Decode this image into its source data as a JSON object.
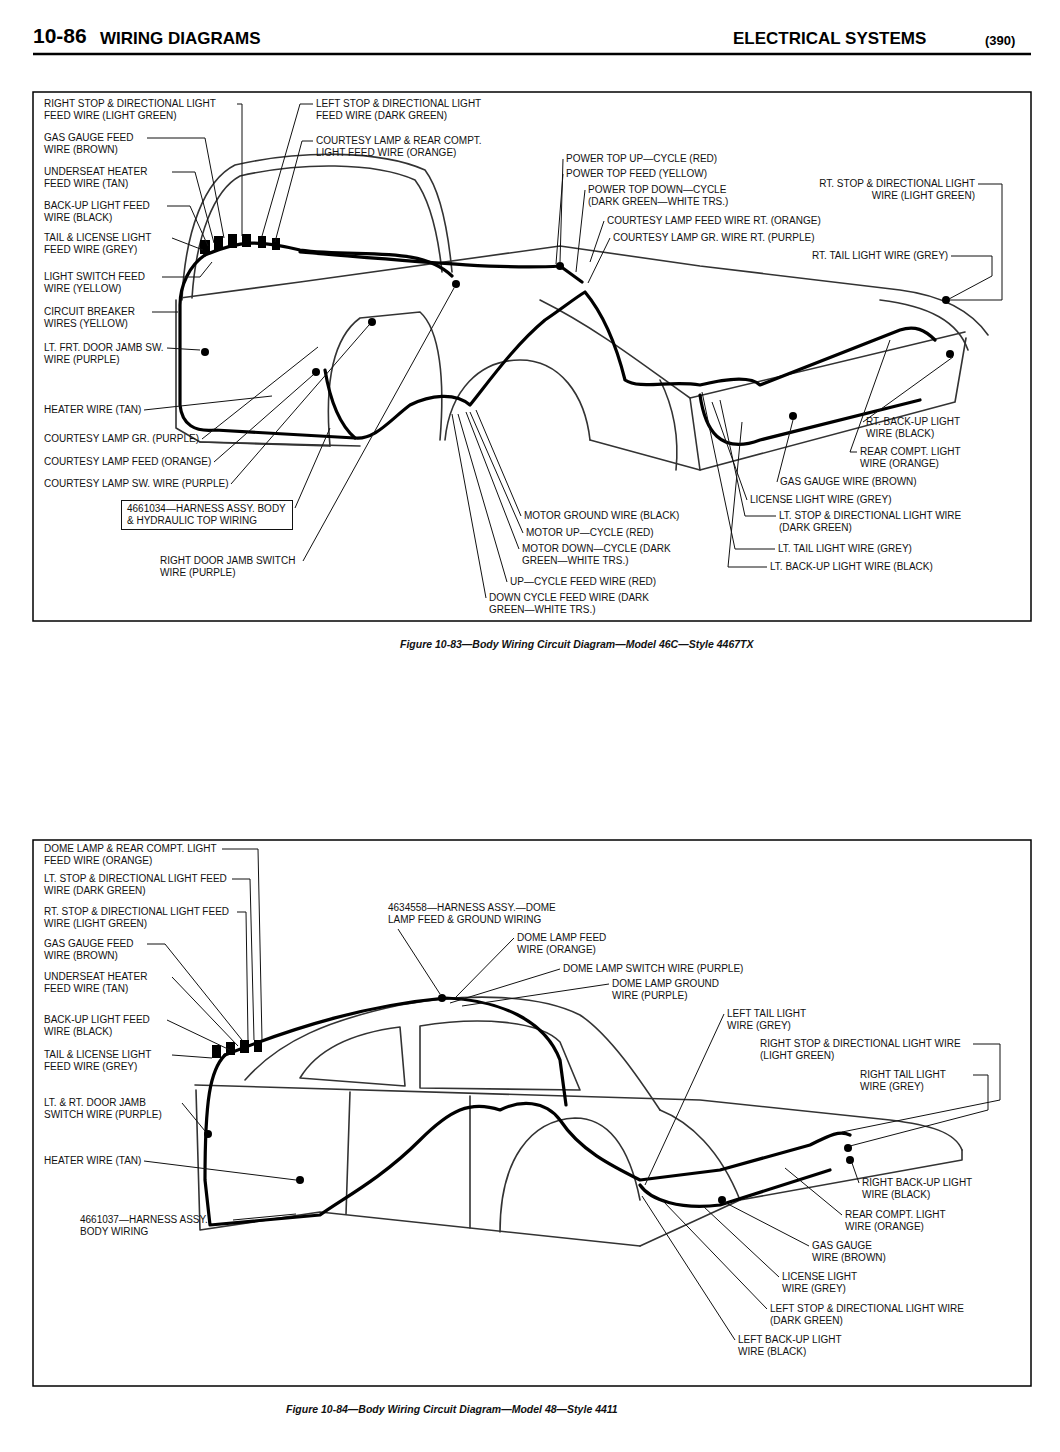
{
  "diagram": {
    "title": "WIRING DIAGRAMS",
    "nodes": [
      {
        "text": [
          "4661034—HARNESS ASSY. BODY & HYDRAULIC TOP WIRING"
        ]
      }
    ],
    "labels": [
      "10-86",
      "ELECTRICAL SYSTEMS",
      "(390)",
      "RIGHT STOP & DIRECTIONAL LIGHT FEED WIRE (LIGHT GREEN)",
      "LEFT STOP & DIRECTIONAL LIGHT FEED WIRE (DARK GREEN)",
      "GAS GAUGE FEED WIRE (BROWN)",
      "COURTESY LAMP & REAR COMPT. LIGHT FEED WIRE (ORANGE)",
      "POWER TOP UP—CYCLE (RED)",
      "UNDERSEAT HEATER FEED WIRE (TAN)",
      "POWER TOP FEED (YELLOW)",
      "POWER TOP DOWN—CYCLE (DARK GREEN—WHITE TRS.)",
      "RT. STOP & DIRECTIONAL LIGHT WIRE (LIGHT GREEN)",
      "BACK-UP LIGHT FEED WIRE (BLACK)",
      "COURTESY LAMP FEED WIRE RT. (ORANGE)",
      "TAIL & LICENSE LIGHT FEED WIRE (GREY)",
      "COURTESY LAMP GR. WIRE RT. (PURPLE)",
      "RT. TAIL LIGHT WIRE (GREY)",
      "LIGHT SWITCH FEED WIRE (YELLOW)",
      "CIRCUIT BREAKER WIRES (YELLOW)",
      "LT. FRT. DOOR JAMB SW. WIRE (PURPLE)",
      "HEATER WIRE (TAN)",
      "RT. BACK-UP LIGHT WIRE (BLACK)",
      "COURTESY LAMP GR. (PURPLE)",
      "REAR COMPT. LIGHT WIRE (ORANGE)",
      "COURTESY LAMP FEED (ORANGE)",
      "GAS GAUGE WIRE (BROWN)",
      "COURTESY LAMP SW. WIRE (PURPLE)",
      "LICENSE LIGHT WIRE (GREY)",
      "MOTOR GROUND WIRE (BLACK)",
      "LT. STOP & DIRECTIONAL LIGHT WIRE (DARK GREEN)",
      "MOTOR UP—CYCLE (RED)",
      "MOTOR DOWN—CYCLE (DARK GREEN—WHITE TRS.)",
      "LT. TAIL LIGHT WIRE (GREY)",
      "RIGHT DOOR JAMB SWITCH WIRE (PURPLE)",
      "LT. BACK-UP LIGHT WIRE (BLACK)",
      "UP—CYCLE FEED WIRE (RED)",
      "DOWN CYCLE FEED WIRE (DARK GREEN—WHITE TRS.)",
      "Figure 10-83—Body Wiring Circuit Diagram—Model 46C—Style 4467TX",
      "DOME LAMP & REAR COMPT. LIGHT FEED WIRE (ORANGE)",
      "LT. STOP & DIRECTIONAL LIGHT FEED WIRE (DARK GREEN)",
      "RT. STOP & DIRECTIONAL LIGHT FEED WIRE (LIGHT GREEN)",
      "4634558—HARNESS ASSY.—DOME LAMP FEED & GROUND WIRING",
      "DOME LAMP FEED WIRE (ORANGE)",
      "GAS GAUGE FEED WIRE (BROWN)",
      "DOME LAMP SWITCH WIRE (PURPLE)",
      "UNDERSEAT HEATER FEED WIRE (TAN)",
      "DOME LAMP GROUND WIRE (PURPLE)",
      "LEFT TAIL LIGHT WIRE (GREY)",
      "BACK-UP LIGHT FEED WIRE (BLACK)",
      "RIGHT STOP & DIRECTIONAL LIGHT WIRE (LIGHT GREEN)",
      "TAIL & LICENSE LIGHT FEED WIRE (GREY)",
      "RIGHT TAIL LIGHT WIRE (GREY)",
      "LT. & RT. DOOR JAMB SWITCH WIRE (PURPLE)",
      "HEATER WIRE (TAN)",
      "RIGHT BACK-UP LIGHT WIRE (BLACK)",
      "REAR COMPT. LIGHT WIRE (ORANGE)",
      "4661037—HARNESS ASSY. BODY WIRING",
      "GAS GAUGE WIRE (BROWN)",
      "LICENSE LIGHT WIRE (GREY)",
      "LEFT STOP & DIRECTIONAL LIGHT WIRE (DARK GREEN)",
      "LEFT BACK-UP LIGHT WIRE (BLACK)",
      "Figure 10-84—Body Wiring Circuit Diagram—Model 48—Style 4411"
    ]
  }
}
